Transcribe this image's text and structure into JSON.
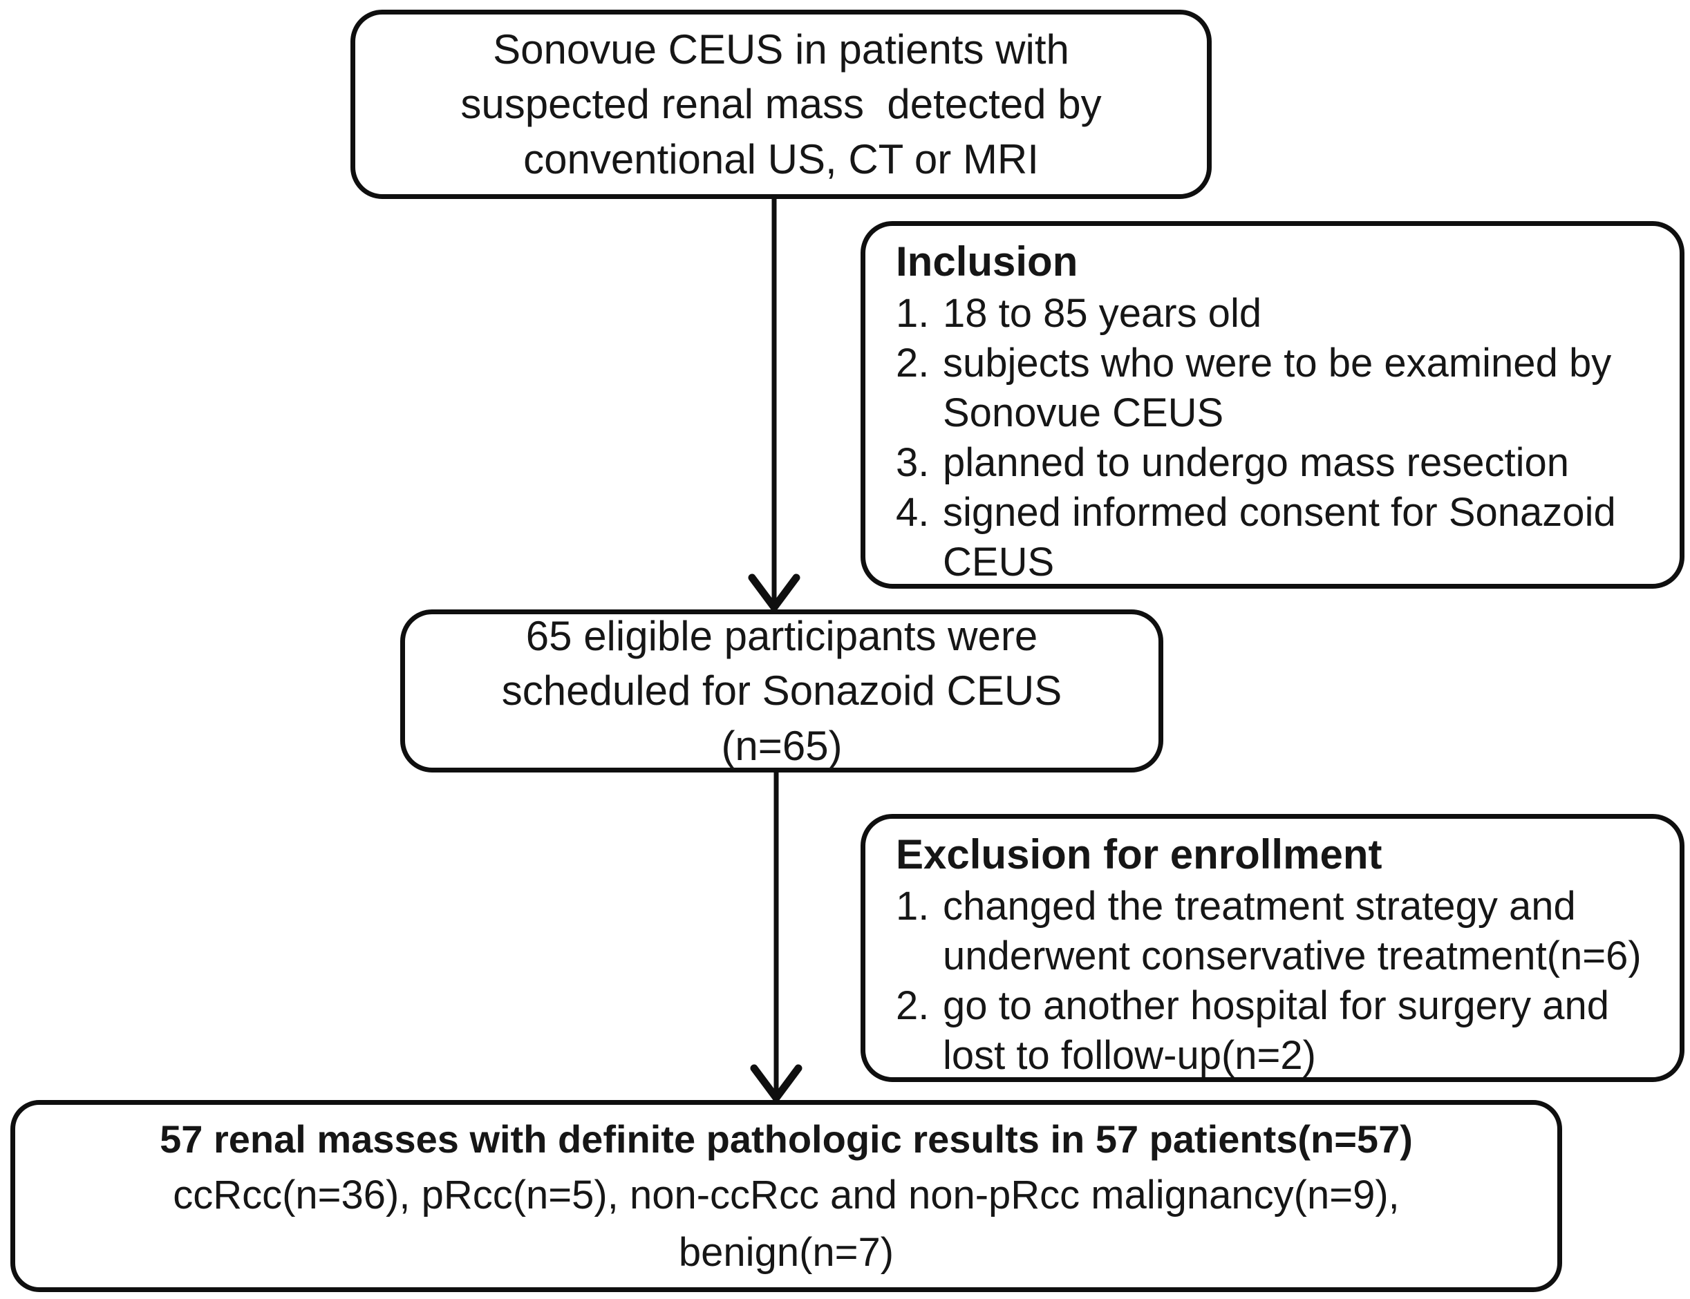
{
  "diagram": {
    "kind": "study-enrollment-flowchart",
    "background_color": "#ffffff",
    "line_color": "#0f0f0f",
    "text_color": "#161616"
  },
  "boxes": {
    "source": {
      "lines": "Sonovue CEUS in patients with\nsuspected renal mass  detected by\nconventional US, CT or MRI"
    },
    "inclusion": {
      "title": "Inclusion",
      "items": [
        {
          "num": "1.",
          "text": "18 to 85 years old"
        },
        {
          "num": "2.",
          "text": "subjects who were to be examined by\nSonovue CEUS"
        },
        {
          "num": "3.",
          "text": "planned to undergo mass resection"
        },
        {
          "num": "4.",
          "text": "signed informed consent for Sonazoid\nCEUS"
        }
      ]
    },
    "eligible": {
      "lines": "65 eligible participants were\nscheduled for Sonazoid CEUS\n(n=65)"
    },
    "exclusion": {
      "title": "Exclusion for enrollment",
      "items": [
        {
          "num": "1.",
          "text": "changed the treatment strategy and\nunderwent conservative treatment(n=6)"
        },
        {
          "num": "2.",
          "text": "go to another hospital for surgery and\nlost to follow-up(n=2)"
        }
      ]
    },
    "outcome": {
      "headline": "57 renal masses with definite pathologic results in 57 patients(n=57)",
      "detail": "ccRcc(n=36), pRcc(n=5), non-ccRcc and non-pRcc malignancy(n=9),\nbenign(n=7)"
    }
  }
}
